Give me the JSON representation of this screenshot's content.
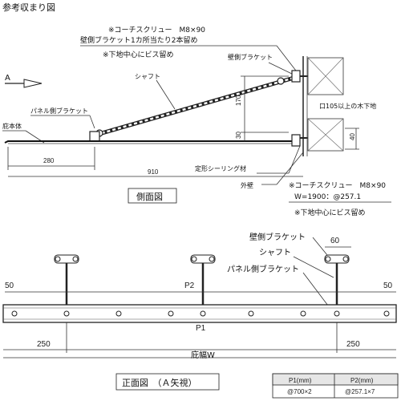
{
  "title": "参考収まり図",
  "side": {
    "note_screw": "※コーチスクリュー　M8×90",
    "note_bracket_count": "壁側ブラケット1カ所当たり2本留め",
    "note_base": "※下地中心にビス留め",
    "label_wall_bracket": "壁側ブラケット",
    "label_shaft": "シャフト",
    "label_panel_bracket": "パネル側ブラケット",
    "label_canopy": "庇本体",
    "label_arrow": "A",
    "label_wood_base": "口105以上の木下地",
    "dim_170": "170",
    "dim_30": "30",
    "dim_40": "40",
    "dim_280": "280",
    "dim_910": "910",
    "label_seal": "定形シーリング材",
    "label_outer_wall": "外壁",
    "note_screw2": "※コーチスクリュー　M8×90",
    "spacing": "W=1900：@257.1",
    "note_base2": "※下地中心にビス留め",
    "caption": "側面図"
  },
  "front": {
    "label_wall_bracket": "壁側ブラケット",
    "dim_60": "60",
    "label_shaft": "シャフト",
    "label_panel_bracket": "パネル側ブラケット",
    "dim_50_left": "50",
    "dim_50_right": "50",
    "label_p2": "P2",
    "label_p1": "P1",
    "dim_250_left": "250",
    "dim_250_right": "250",
    "label_width": "庇幅W",
    "caption": "正面図　（Ａ矢視）"
  },
  "table": {
    "headers": [
      "P1(mm)",
      "P2(mm)"
    ],
    "row": [
      "@700×2",
      "@257.1×7"
    ]
  }
}
